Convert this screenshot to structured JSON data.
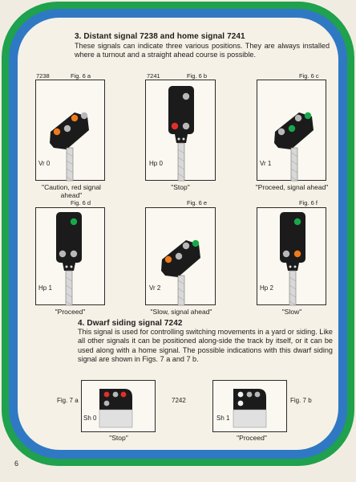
{
  "section3": {
    "title": "3. Distant signal 7238 and home signal 7241",
    "text": "These signals can indicate three various positions. They are always installed where a turnout and a straight ahead course is possible."
  },
  "signals_row1": [
    {
      "number": "7238",
      "fig": "Fig. 6 a",
      "code": "Vr 0",
      "caption": "\"Caution, red signal ahead\""
    },
    {
      "number": "7241",
      "fig": "Fig. 6 b",
      "code": "Hp 0",
      "caption": "\"Stop\""
    },
    {
      "number": "",
      "fig": "Fig. 6 c",
      "code": "Vr 1",
      "caption": "\"Proceed, signal ahead\""
    }
  ],
  "signals_row2": [
    {
      "fig": "Fig. 6 d",
      "code": "Hp 1",
      "caption": "\"Proceed\""
    },
    {
      "fig": "Fig. 6 e",
      "code": "Vr 2",
      "caption": "\"Slow, signal ahead\""
    },
    {
      "fig": "Fig. 6 f",
      "code": "Hp 2",
      "caption": "\"Slow\""
    }
  ],
  "section4": {
    "title": "4. Dwarf siding signal 7242",
    "text": "This signal is used for controlling switching movements in a yard or siding. Like all other signals it can be positioned along-side the track by itself, or it can be used along with a home signal. The possible indications with this dwarf siding signal are shown in Figs. 7 a and 7 b."
  },
  "dwarf": {
    "number": "7242",
    "a": {
      "fig": "Fig. 7 a",
      "code": "Sh 0",
      "caption": "\"Stop\""
    },
    "b": {
      "fig": "Fig. 7 b",
      "code": "Sh 1",
      "caption": "\"Proceed\""
    }
  },
  "page_number": "6",
  "colors": {
    "green_frame": "#1fa14d",
    "blue_frame": "#2f79c4",
    "lamp_orange": "#f07a1c",
    "lamp_red": "#e0302a",
    "lamp_green": "#18a84b",
    "lamp_off": "#b8b8b8"
  }
}
